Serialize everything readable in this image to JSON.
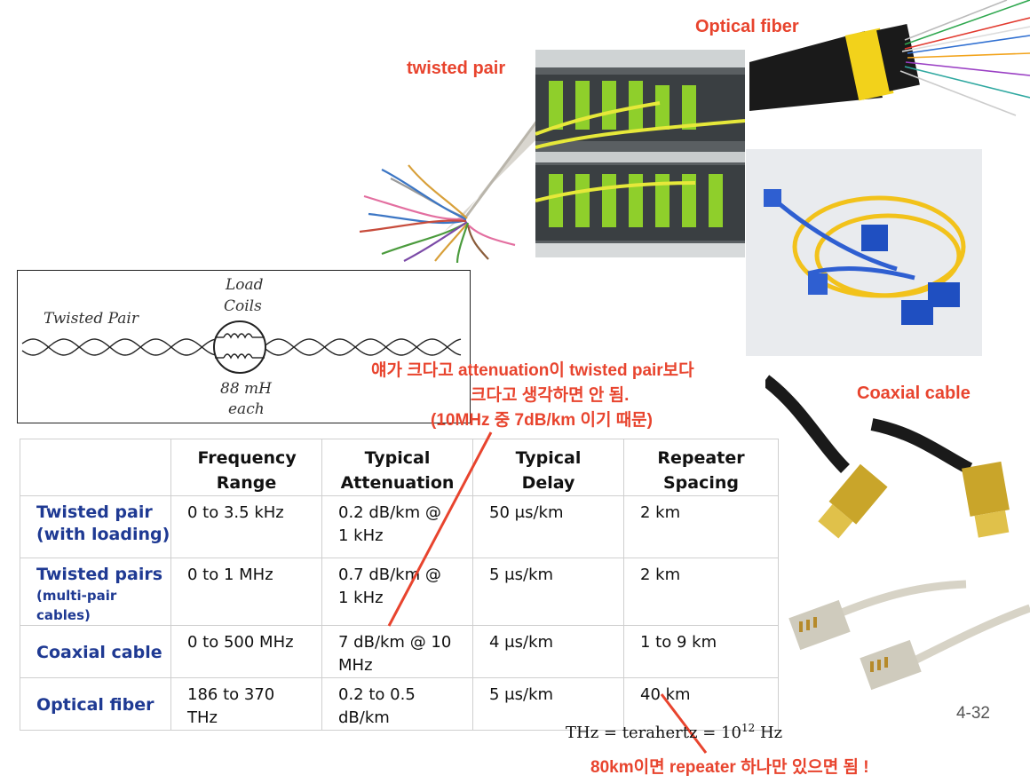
{
  "labels": {
    "optical_fiber": "Optical fiber",
    "twisted_pair": "twisted pair",
    "coaxial_cable": "Coaxial cable"
  },
  "diagram": {
    "twisted_pair_label": "Twisted Pair",
    "load_label": "Load",
    "coils_label": "Coils",
    "inductance": "88 mH",
    "each": "each"
  },
  "annotation": {
    "line1": "얘가 크다고 attenuation이 twisted pair보다",
    "line2": "크다고 생각하면 안 됨.",
    "line3": "(10MHz 중 7dB/km 이기 때문)",
    "bottom": "80km이면 repeater 하나만 있으면 됨 !"
  },
  "table": {
    "headers": [
      "",
      "Frequency Range",
      "Typical Attenuation",
      "Typical Delay",
      "Repeater Spacing"
    ],
    "rows": [
      {
        "name": "Twisted pair",
        "sub": "(with loading)",
        "freq": "0 to 3.5 kHz",
        "atten": "0.2 dB/km @ 1 kHz",
        "delay": "50 μs/km",
        "spacing": "2 km"
      },
      {
        "name": "Twisted pairs",
        "sub": "(multi-pair cables)",
        "freq": "0 to 1 MHz",
        "atten": "0.7 dB/km @ 1 kHz",
        "delay": "5 μs/km",
        "spacing": "2 km"
      },
      {
        "name": "Coaxial cable",
        "sub": "",
        "freq": "0 to 500 MHz",
        "atten": "7 dB/km @ 10 MHz",
        "delay": "4 μs/km",
        "spacing": "1 to 9 km"
      },
      {
        "name": "Optical fiber",
        "sub": "",
        "freq": "186 to 370 THz",
        "atten": "0.2 to 0.5 dB/km",
        "delay": "5 μs/km",
        "spacing": "40 km"
      }
    ]
  },
  "footnote": {
    "prefix": "THz = terahertz = 10",
    "exp": "12",
    "suffix": " Hz"
  },
  "page_number": "4-32",
  "colors": {
    "annotation_red": "#e8442e",
    "rowhead_blue": "#1f3a93"
  }
}
